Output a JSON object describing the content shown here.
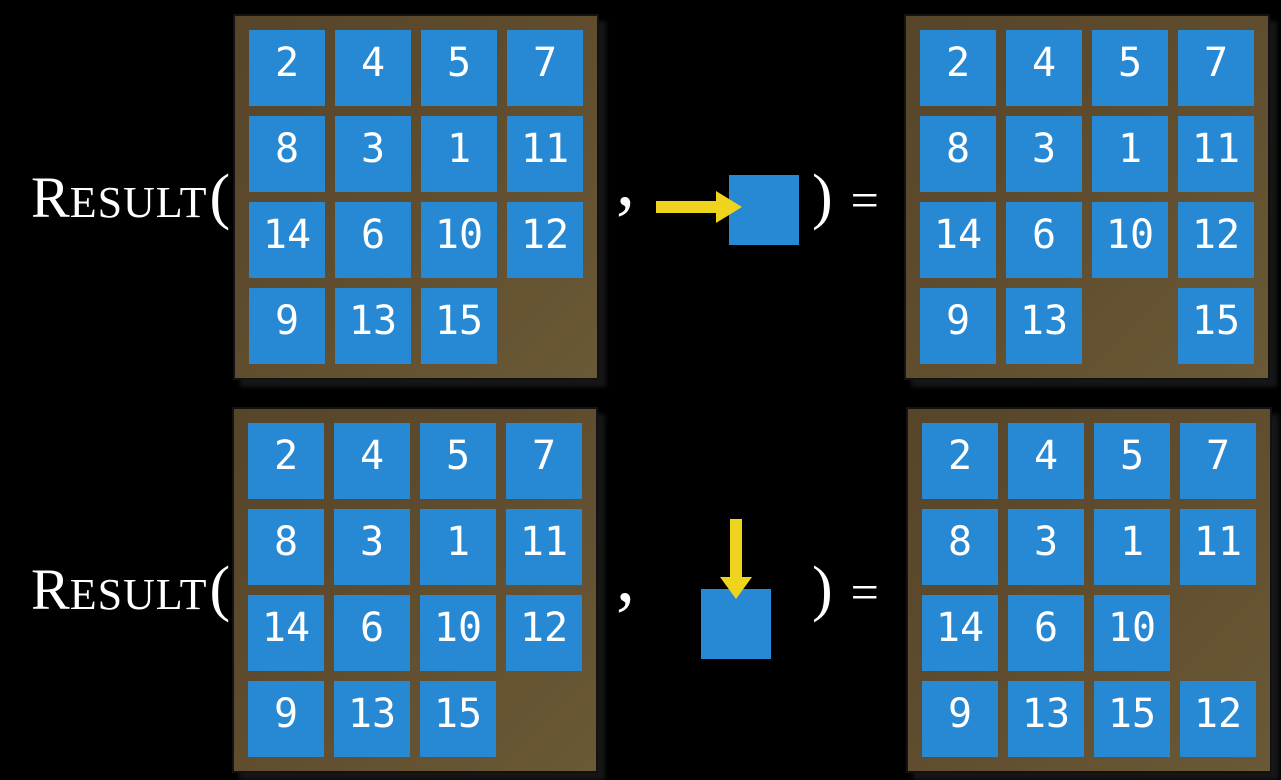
{
  "title": "RESULT function examples on 15-puzzle states",
  "colors": {
    "bg": "#000000",
    "frame": "#5f4c2e",
    "tile": "#2789d4",
    "arrow": "#eed41c",
    "text": "#ffffff"
  },
  "labels": {
    "result_cap": "R",
    "result_rest": "ESULT",
    "open_paren": "(",
    "comma": ",",
    "close_paren": ")",
    "equals": "="
  },
  "rows": [
    {
      "action": {
        "icon": "arrow-right-icon",
        "direction": "right",
        "object": "blue-tile"
      },
      "before": [
        [
          "2",
          "4",
          "5",
          "7"
        ],
        [
          "8",
          "3",
          "1",
          "11"
        ],
        [
          "14",
          "6",
          "10",
          "12"
        ],
        [
          "9",
          "13",
          "15",
          ""
        ]
      ],
      "after": [
        [
          "2",
          "4",
          "5",
          "7"
        ],
        [
          "8",
          "3",
          "1",
          "11"
        ],
        [
          "14",
          "6",
          "10",
          "12"
        ],
        [
          "9",
          "13",
          "",
          "15"
        ]
      ]
    },
    {
      "action": {
        "icon": "arrow-down-icon",
        "direction": "down",
        "object": "blue-tile"
      },
      "before": [
        [
          "2",
          "4",
          "5",
          "7"
        ],
        [
          "8",
          "3",
          "1",
          "11"
        ],
        [
          "14",
          "6",
          "10",
          "12"
        ],
        [
          "9",
          "13",
          "15",
          ""
        ]
      ],
      "after": [
        [
          "2",
          "4",
          "5",
          "7"
        ],
        [
          "8",
          "3",
          "1",
          "11"
        ],
        [
          "14",
          "6",
          "10",
          ""
        ],
        [
          "9",
          "13",
          "15",
          "12"
        ]
      ]
    }
  ]
}
